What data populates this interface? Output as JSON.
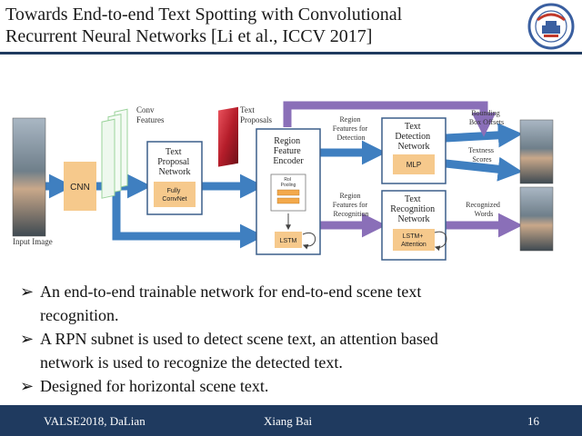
{
  "slide": {
    "title_line1": "Towards End-to-end Text Spotting with Convolutional",
    "title_line2": "Recurrent Neural Networks [Li et al., ICCV 2017]",
    "colors": {
      "accent": "#1f3a5f",
      "arrow_blue": "#3f7fc0",
      "arrow_purple": "#8a6fb8",
      "cnn_box": "#f6c98c",
      "net_box_border": "#3b5f8a"
    }
  },
  "diagram": {
    "input_image": "Input Image",
    "conv_features": [
      "Conv",
      "Features"
    ],
    "text_proposals": [
      "Text",
      "Proposals"
    ],
    "cnn": "CNN",
    "tpn": [
      "Text",
      "Proposal",
      "Network"
    ],
    "tpn_inner": [
      "Fully",
      "ConvNet"
    ],
    "encoder": [
      "Region",
      "Feature",
      "Encoder"
    ],
    "roi": [
      "RoI",
      "Pooling"
    ],
    "lstm": "LSTM",
    "rf_detection": [
      "Region",
      "Features for",
      "Detection"
    ],
    "rf_recognition": [
      "Region",
      "Features for",
      "Recognition"
    ],
    "tdn": [
      "Text",
      "Detection",
      "Network"
    ],
    "mlp": "MLP",
    "trn": [
      "Text",
      "Recognition",
      "Network"
    ],
    "lstm_attention": [
      "LSTM+",
      "Attention"
    ],
    "bbox_offsets": [
      "Bounding",
      "Box Offsets"
    ],
    "textness": [
      "Textness",
      "Scores"
    ],
    "recognized": [
      "Recognized",
      "Words"
    ]
  },
  "bullets": [
    [
      "An end-to-end trainable network for end-to-end scene text",
      "recognition."
    ],
    [
      "A RPN subnet is used to detect scene text, an attention based",
      "network is used to recognize the detected text."
    ],
    [
      "Designed for horizontal scene text."
    ]
  ],
  "bullet_marker": "➢",
  "footer": {
    "left": "VALSE2018, DaLian",
    "center": "Xiang Bai",
    "page": "16"
  }
}
